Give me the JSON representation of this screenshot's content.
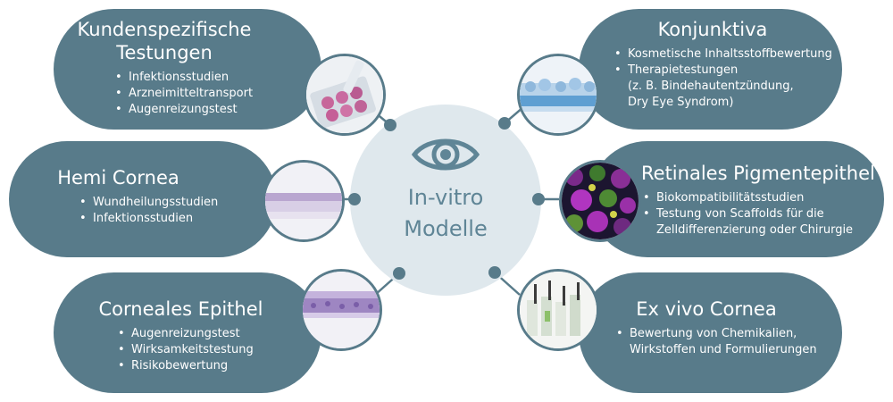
{
  "center": {
    "line1": "In-vitro",
    "line2": "Modelle",
    "icon": "eye-icon"
  },
  "cards": {
    "kundenspezifisch": {
      "title_line1": "Kundenspezifische",
      "title_line2": "Testungen",
      "items": [
        "Infektionsstudien",
        "Arzneimitteltransport",
        "Augenreizungstest"
      ],
      "image": "well-plate-photo"
    },
    "hemi": {
      "title": "Hemi Cornea",
      "items": [
        "Wundheilungsstudien",
        "Infektionsstudien"
      ],
      "image": "hemi-cornea-tissue-section"
    },
    "corneales": {
      "title": "Corneales Epithel",
      "items": [
        "Augenreizungstest",
        "Wirksamkeitstestung",
        "Risikobewertung"
      ],
      "image": "corneal-epithelium-tissue-section"
    },
    "konjunktiva": {
      "title": "Konjunktiva",
      "items": [
        "Kosmetische Inhaltsstoffbewertung",
        "Therapietestungen"
      ],
      "sub_line1": "(z. B. Bindehautentzündung,",
      "sub_line2": "Dry Eye Syndrom)",
      "image": "conjunctiva-tissue-section"
    },
    "retinales": {
      "title": "Retinales Pigmentepithel",
      "items": [
        "Biokompatibilitätsstudien",
        "Testung von Scaffolds für die"
      ],
      "sub_line1": "Zelldifferenzierung oder Chirurgie",
      "image": "retinal-pigment-epithelium-fluorescence"
    },
    "exvivo": {
      "title": "Ex vivo Cornea",
      "items": [
        "Bewertung von Chemikalien,"
      ],
      "sub_line1": "Wirkstoffen und Formulierungen",
      "image": "ex-vivo-cornea-setup-photo"
    }
  },
  "colors": {
    "card": "#587b8a",
    "center": "#dfe8ed",
    "center_text": "#5f8596",
    "thumb_border": "#587b8a"
  }
}
